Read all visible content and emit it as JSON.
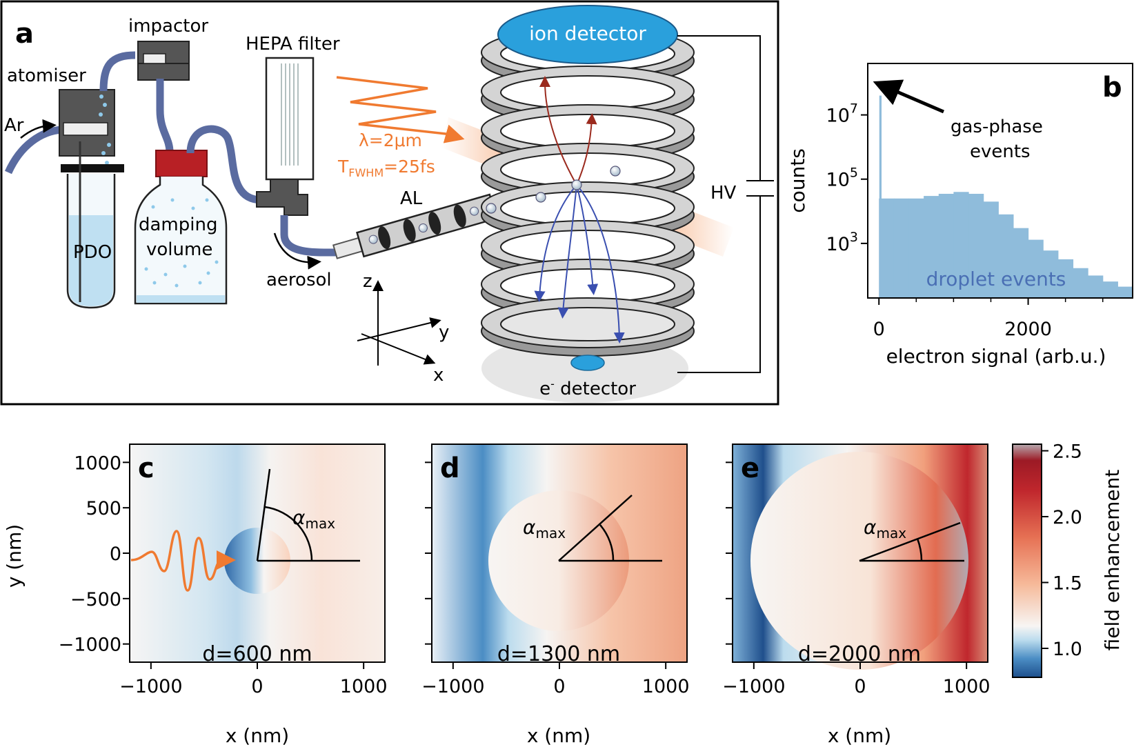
{
  "panel_a": {
    "panel_label": "a",
    "labels": {
      "impactor": "impactor",
      "hepa": "HEPA filter",
      "atomiser": "atomiser",
      "ar": "Ar",
      "pdo": "PDO",
      "damping1": "damping",
      "damping2": "volume",
      "aerosol": "aerosol",
      "al": "AL",
      "wavelength": "λ=2μm",
      "tfwhm_main": "T",
      "tfwhm_sub": "FWHM",
      "tfwhm_val": "=25fs",
      "ion_detector": "ion detector",
      "e_detector_e": "e",
      "e_detector_sup": "-",
      "e_detector_rest": " detector",
      "hv": "HV",
      "axis_z": "z",
      "axis_y": "y",
      "axis_x": "x"
    },
    "colors": {
      "tube": "#5a6ba0",
      "laser": "#f07a30",
      "ion_det": "#2aa0dc",
      "red_cap": "#b82025",
      "liquid": "#bfe0f2"
    }
  },
  "panel_b": {
    "panel_label": "b",
    "xlabel": "electron signal (arb.u.)",
    "ylabel": "counts",
    "annotation_gas": [
      "gas-phase",
      "events"
    ],
    "annotation_droplet": "droplet events",
    "x_ticks": [
      "0",
      "2000"
    ],
    "y_ticks": [
      {
        "base": "10",
        "exp": "7"
      },
      {
        "base": "10",
        "exp": "5"
      },
      {
        "base": "10",
        "exp": "3"
      }
    ],
    "colors": {
      "bars": "#8fbcdb",
      "droplet_text": "#4a6fb4"
    }
  },
  "panel_maps": {
    "ylabel": "y (nm)",
    "xlabel": "x (nm)",
    "x_ticks": [
      "−1000",
      "0",
      "1000"
    ],
    "y_ticks": [
      "1000",
      "500",
      "0",
      "−500",
      "−1000"
    ],
    "alpha_main": "α",
    "alpha_sub": "max",
    "panels": [
      {
        "label": "c",
        "diameter": "d=600 nm"
      },
      {
        "label": "d",
        "diameter": "d=1300 nm"
      },
      {
        "label": "e",
        "diameter": "d=2000 nm"
      }
    ]
  },
  "colorbar": {
    "label": "field enhancement",
    "ticks": [
      "2.5",
      "2.0",
      "1.5",
      "1.0"
    ]
  },
  "chart_data": {
    "type": "bar",
    "xlabel": "electron signal (arb.u.)",
    "ylabel": "counts",
    "yscale": "log",
    "xlim": [
      -150,
      3400
    ],
    "ylim": [
      20,
      400000000
    ],
    "series": [
      {
        "name": "gas-phase events",
        "x": [
          20
        ],
        "values": [
          40000000
        ]
      },
      {
        "name": "droplet events",
        "x": [
          100,
          300,
          500,
          700,
          900,
          1100,
          1300,
          1500,
          1700,
          1900,
          2100,
          2300,
          2500,
          2700,
          2900,
          3100,
          3300
        ],
        "values": [
          25000,
          25000,
          25000,
          30000,
          35000,
          40000,
          35000,
          20000,
          8000,
          3000,
          1300,
          600,
          320,
          170,
          100,
          65,
          45
        ]
      }
    ]
  }
}
